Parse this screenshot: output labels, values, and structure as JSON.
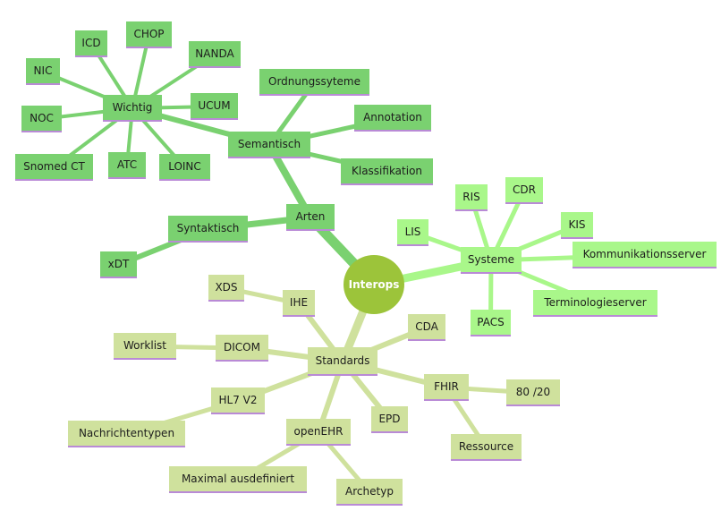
{
  "mindmap": {
    "root": {
      "label": "Interops"
    },
    "branches": {
      "arten": {
        "label": "Arten",
        "semantisch": {
          "label": "Semantisch",
          "wichtig": {
            "label": "Wichtig",
            "items": [
              "ICD",
              "CHOP",
              "NANDA",
              "NIC",
              "UCUM",
              "NOC",
              "Snomed CT",
              "ATC",
              "LOINC"
            ]
          },
          "ordnungssyteme": "Ordnungssyteme",
          "annotation": "Annotation",
          "klassifikation": "Klassifikation"
        },
        "syntaktisch": {
          "label": "Syntaktisch",
          "xdt": "xDT"
        }
      },
      "systeme": {
        "label": "Systeme",
        "items": [
          "RIS",
          "CDR",
          "KIS",
          "LIS",
          "Kommunikationsserver",
          "Terminologieserver",
          "PACS"
        ]
      },
      "standards": {
        "label": "Standards",
        "ihe": {
          "label": "IHE",
          "xds": "XDS"
        },
        "dicom": {
          "label": "DICOM",
          "worklist": "Worklist"
        },
        "hl7v2": {
          "label": "HL7 V2",
          "nachrichtentypen": "Nachrichtentypen"
        },
        "openehr": {
          "label": "openEHR",
          "maximal": "Maximal ausdefiniert",
          "archetyp": "Archetyp"
        },
        "cda": "CDA",
        "epd": "EPD",
        "fhir": {
          "label": "FHIR",
          "eighty": "80 /20",
          "ressource": "Ressource"
        }
      }
    }
  },
  "colors": {
    "root": "#9cc43a",
    "arten_branch": "#7ad170",
    "systeme_branch": "#a9f78a",
    "standards_branch": "#cfe19d",
    "underline": "#b98ad6"
  }
}
